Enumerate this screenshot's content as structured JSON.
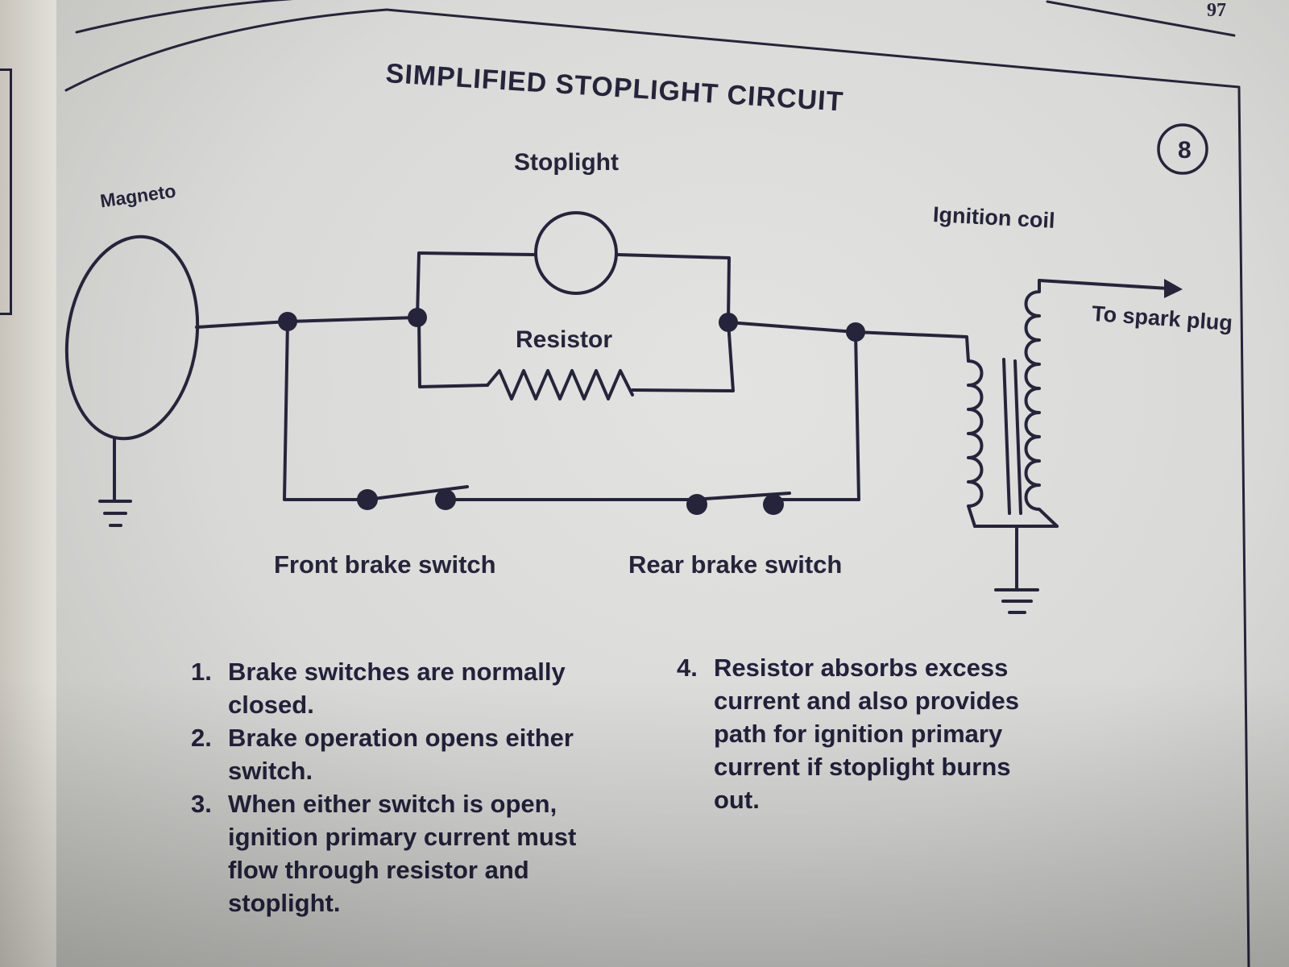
{
  "page_number": "97",
  "title": "SIMPLIFIED STOPLIGHT CIRCUIT",
  "figure_number": "8",
  "labels": {
    "magneto": "Magneto",
    "stoplight": "Stoplight",
    "resistor": "Resistor",
    "ignition_coil": "Ignition coil",
    "spark_plug": "To spark plug",
    "front_brake_switch": "Front brake switch",
    "rear_brake_switch": "Rear brake switch"
  },
  "notes_left": [
    {
      "num": "1.",
      "text": "Brake switches are normally closed."
    },
    {
      "num": "2.",
      "text": "Brake operation opens either switch."
    },
    {
      "num": "3.",
      "text": "When either switch is open, ignition primary current must flow through resistor and stoplight."
    }
  ],
  "notes_right": [
    {
      "num": "4.",
      "text": "Resistor absorbs excess current and also provides path for ignition primary current if stoplight burns out."
    }
  ],
  "colors": {
    "ink": "#26243a",
    "paper": "#e0e0de"
  }
}
